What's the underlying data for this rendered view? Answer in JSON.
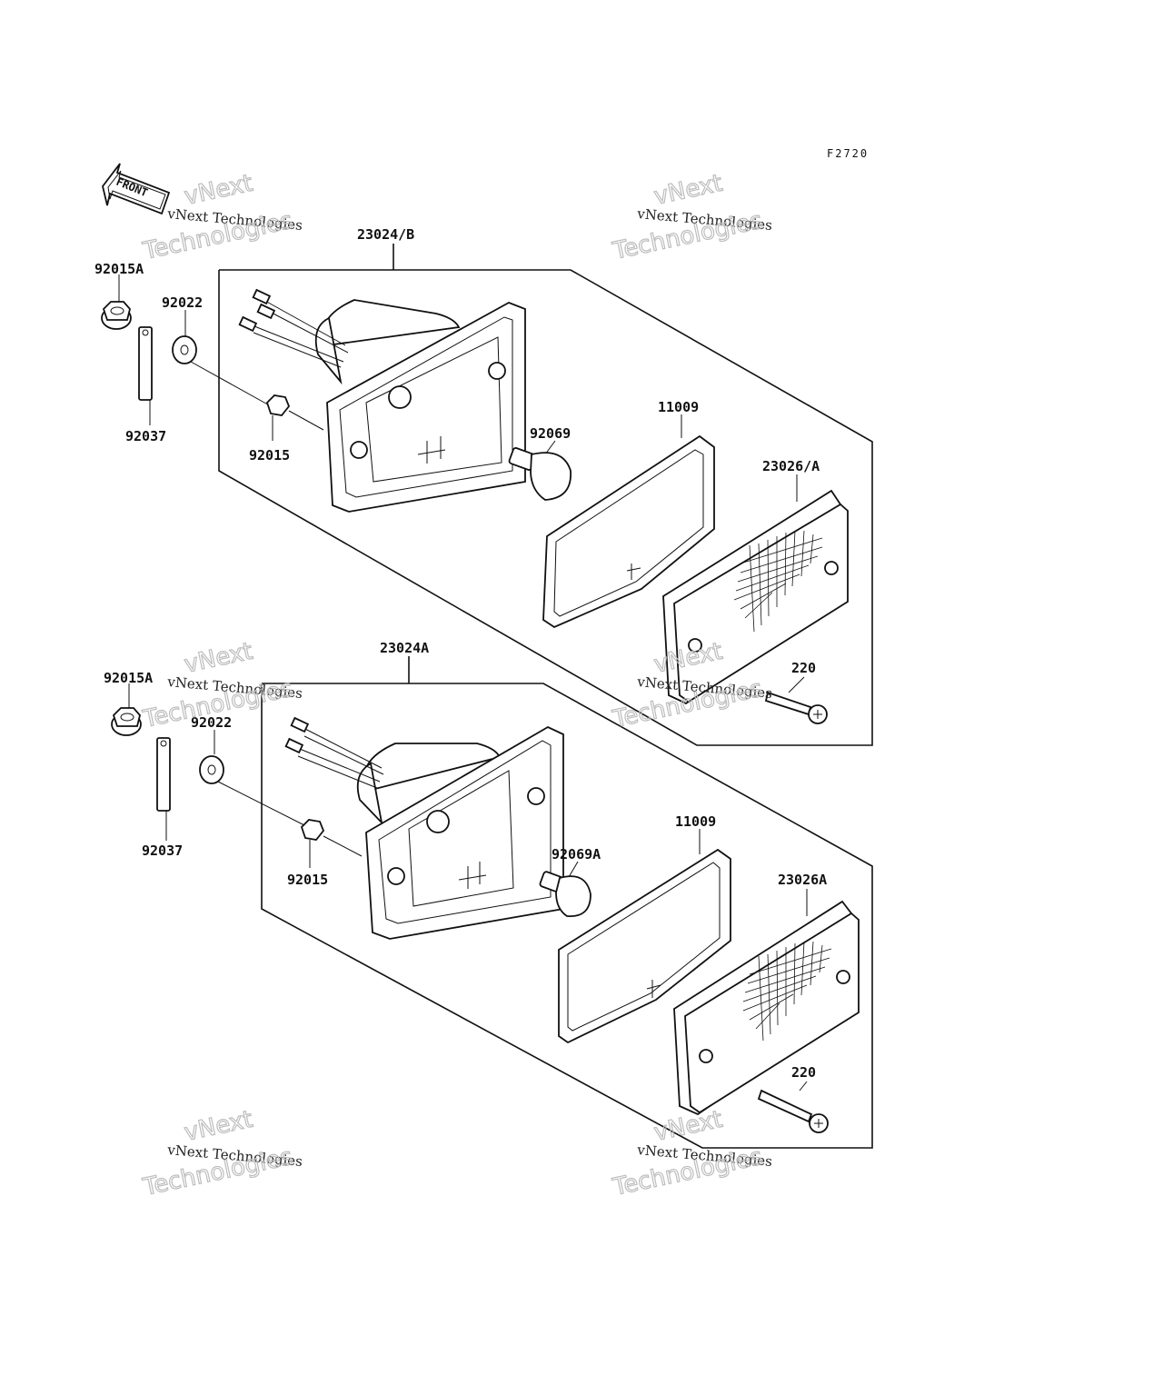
{
  "diagram": {
    "code": "F2720",
    "front_label": "FRONT",
    "upper": {
      "housing": "23024/B",
      "nut_a": "92015A",
      "washer": "92022",
      "strap": "92037",
      "nut": "92015",
      "bulb": "92069",
      "gasket": "11009",
      "lens": "23026/A",
      "screw": "220"
    },
    "lower": {
      "housing": "23024A",
      "nut_a": "92015A",
      "washer": "92022",
      "strap": "92037",
      "nut": "92015",
      "bulb": "92069A",
      "gasket": "11009",
      "lens": "23026A",
      "screw": "220"
    }
  },
  "watermark": {
    "line1": "vNext",
    "line2": "vNext Technologies",
    "line3": "Technologies"
  }
}
